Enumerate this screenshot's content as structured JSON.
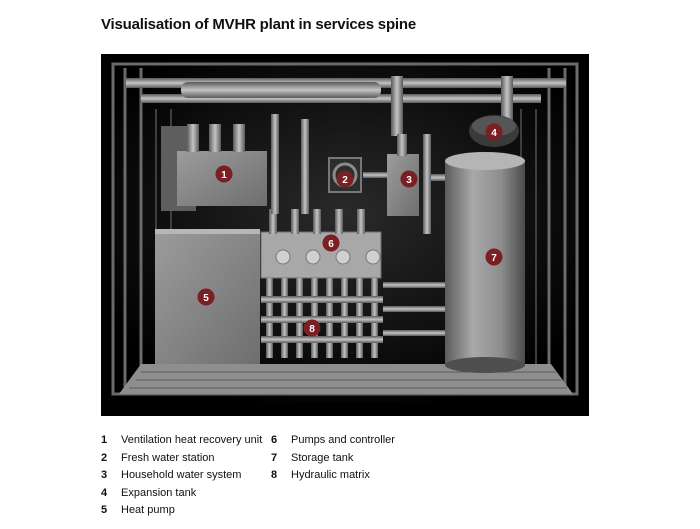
{
  "title": "Visualisation of MVHR plant in services spine",
  "colors": {
    "background": "#000000",
    "marker_fill": "#7a1f22",
    "marker_text": "#ffffff",
    "equipment_grey": "#8a8a8a"
  },
  "markers": [
    {
      "number": "1"
    },
    {
      "number": "2"
    },
    {
      "number": "3"
    },
    {
      "number": "4"
    },
    {
      "number": "5"
    },
    {
      "number": "6"
    },
    {
      "number": "7"
    },
    {
      "number": "8"
    }
  ],
  "legend": {
    "column_1": [
      {
        "number": "1",
        "label": "Ventilation heat recovery unit"
      },
      {
        "number": "2",
        "label": "Fresh water station"
      },
      {
        "number": "3",
        "label": "Household water system"
      },
      {
        "number": "4",
        "label": "Expansion tank"
      },
      {
        "number": "5",
        "label": "Heat pump"
      }
    ],
    "column_2": [
      {
        "number": "6",
        "label": "Pumps and controller"
      },
      {
        "number": "7",
        "label": "Storage tank"
      },
      {
        "number": "8",
        "label": "Hydraulic matrix"
      }
    ]
  }
}
